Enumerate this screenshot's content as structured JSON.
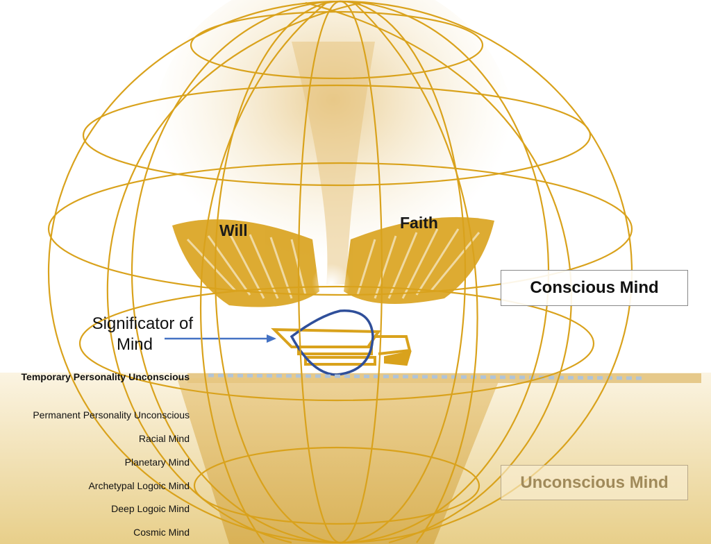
{
  "labels": {
    "will": "Will",
    "faith": "Faith",
    "conscious_mind": "Conscious Mind",
    "unconscious_mind": "Unconscious Mind",
    "significator_line1": "Significator of",
    "significator_line2": "Mind"
  },
  "levels": [
    "Temporary Personality Unconscious",
    "Permanent Personality Unconscious",
    "Racial Mind",
    "Planetary Mind",
    "Archetypal Logoic Mind",
    "Deep Logoic Mind",
    "Cosmic Mind"
  ],
  "colors": {
    "gold": "#D9A21C",
    "blue": "#2F4F9A",
    "arrow": "#4472C4"
  }
}
